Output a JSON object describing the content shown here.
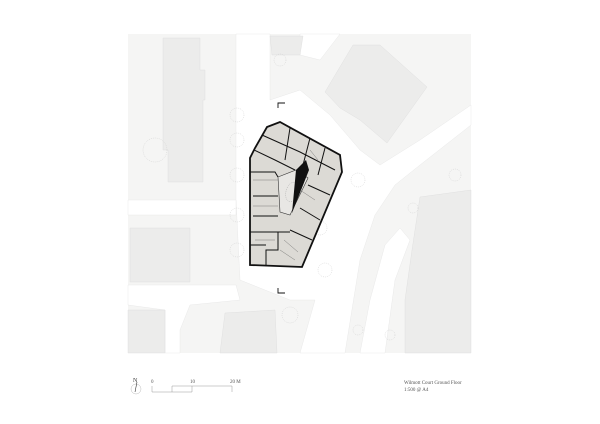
{
  "drawing": {
    "title": "Wilmott Court Ground Floor",
    "scale": "1:500 @ A4"
  },
  "scale_bar": {
    "ticks": [
      "0",
      "10",
      "20 M"
    ]
  },
  "north_arrow": {
    "label": "N"
  },
  "colors": {
    "context_ground": "#f5f5f4",
    "context_buildings": "#ececeb",
    "roads": "#ffffff",
    "floor_fill": "#dcdad5",
    "walls": "#111111"
  }
}
